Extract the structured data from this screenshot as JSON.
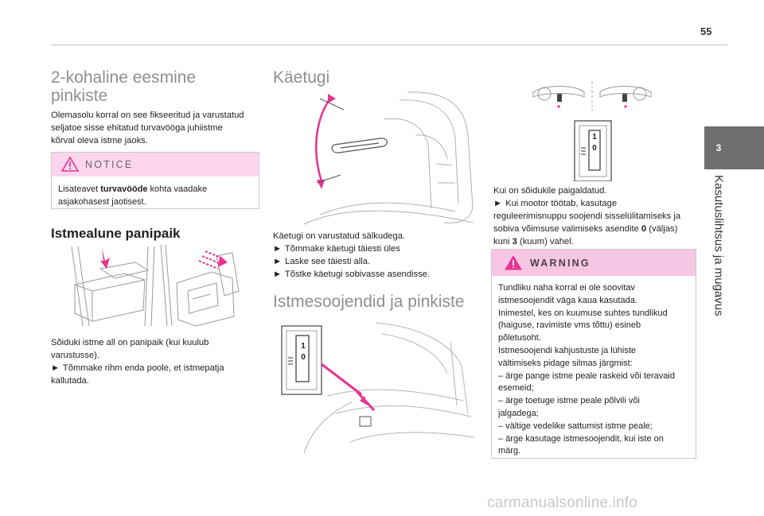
{
  "page": {
    "number": "55"
  },
  "chapter": {
    "number": "3",
    "title": "Kasutuslihtsus ja mugavus"
  },
  "col1": {
    "title_line1": "2-kohaline eesmine",
    "title_line2": "pinkiste",
    "intro": [
      "Olemasolu korral on see fikseeritud ja varustatud",
      "seljatoe sisse ehitatud turvavööga juhiistme",
      "kõrval oleva istme jaoks."
    ],
    "notice": {
      "label": "NOTICE",
      "line1_prefix": "Lisateavet ",
      "line1_bold": "turvavööde",
      "line1_suffix": " kohta vaadake",
      "line2": "asjakohasest jaotisest."
    },
    "storage_title": "Istmealune panipaik",
    "storage_text": [
      "Sõiduki istme all on panipaik (kui kuulub",
      "varustusse).",
      "Tõmmake rihm enda poole, et istmepatja",
      "kallutada."
    ]
  },
  "col2": {
    "armrest_title": "Käetugi",
    "armrest_text": [
      "Käetugi on varustatud sälkudega.",
      "Tõmmake käetugi täiesti üles",
      "Laske see täiesti alla.",
      "Tõstke käetugi sobivasse asendisse."
    ],
    "heater_title": "Istmesoojendid ja pinkiste",
    "switch_labels": {
      "one": "1",
      "zero": "0"
    }
  },
  "col3": {
    "text_line1": "Kui on sõidukile paigaldatud.",
    "text_line2": "Kui mootor töötab, kasutage",
    "text_line3": "reguleerimisnuppu soojendi sisselülitamiseks ja",
    "text_line4_prefix": "sobiva võimsuse valimiseks asendite ",
    "text_line4_bold": "0",
    "text_line4_suffix": " (väljas)",
    "text_line5_prefix": "kuni ",
    "text_line5_bold": "3",
    "text_line5_suffix": " (kuum) vahel.",
    "warning": {
      "label": "WARNING",
      "lines": [
        "Tundliku naha korral ei ole soovitav",
        "istmesoojendit väga kaua kasutada.",
        "Inimestel, kes on kuumuse suhtes tundlikud",
        "(haiguse, ravimiste vms tõttu) esineb",
        "põletusoht.",
        "Istmesoojendi kahjustuste ja lühiste",
        "vältimiseks pidage silmas järgmist:",
        "–  ärge pange istme peale raskeid või teravaid",
        "esemeid;",
        "–  ärge toetuge istme peale põlvili või",
        "jalgadega;",
        "–  vältige vedelike sattumist istme peale;",
        "–  ärge kasutage istmesoojendit, kui iste on",
        "märg."
      ]
    }
  },
  "bullet_glyph": "►",
  "watermark": "carmanualsonline.info",
  "colors": {
    "accent_pink": "#e8338f",
    "notice_bg": "#fdd5ee",
    "warning_bg": "#f7c6e4",
    "tab_gray": "#6e6e6e"
  }
}
